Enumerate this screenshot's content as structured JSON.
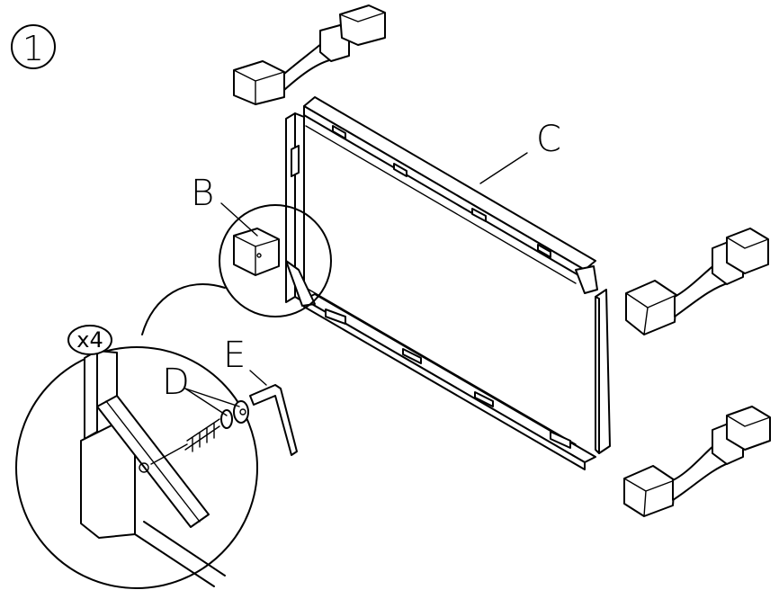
{
  "step": {
    "number": "1"
  },
  "labels": {
    "frame": "C",
    "bracket": "B",
    "bolt": "D",
    "key": "E",
    "quantity": "x4"
  }
}
